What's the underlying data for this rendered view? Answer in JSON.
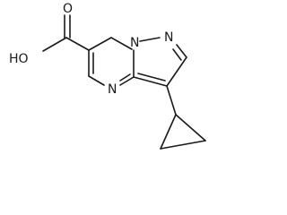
{
  "structure": {
    "atoms": {
      "hydroxyl": "HO",
      "carbonyl_oxygen": "O",
      "bridge_nitrogen": "N",
      "pyrazole_nitrogen": "N",
      "pyrimidine_nitrogen": "N"
    },
    "colors": {
      "bond": "#1a1a1a",
      "label": "#1a1a1a",
      "background": "#ffffff"
    }
  }
}
